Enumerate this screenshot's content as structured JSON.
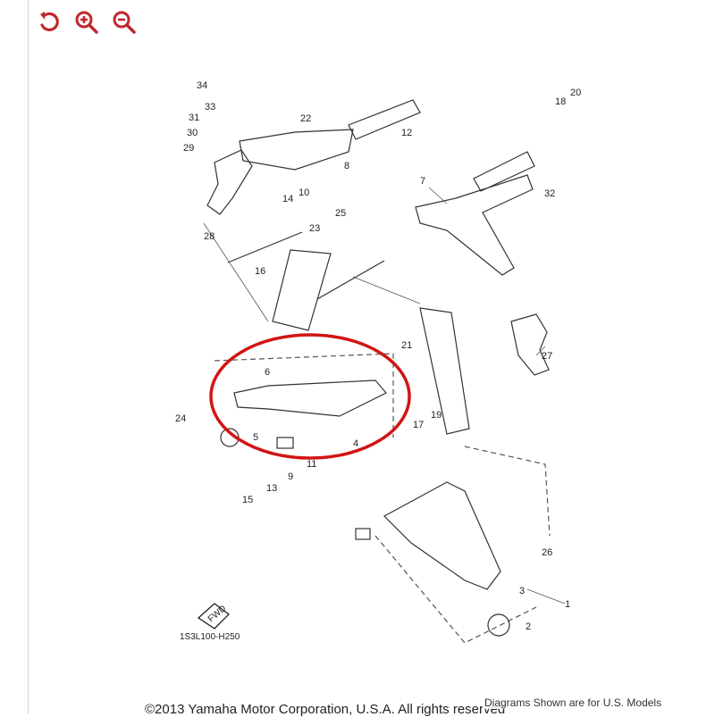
{
  "toolbar": {
    "buttons": [
      {
        "name": "reset-rotate",
        "icon": "rotate-reset-icon"
      },
      {
        "name": "zoom-in",
        "icon": "zoom-in-icon"
      },
      {
        "name": "zoom-out",
        "icon": "zoom-out-icon"
      }
    ],
    "accent_color": "#c0272d"
  },
  "diagram": {
    "code": "1S3L100-H250",
    "fwd_label": "FWD",
    "highlight_color": "#d11414",
    "part_labels": [
      "1",
      "2",
      "3",
      "4",
      "5",
      "6",
      "7",
      "8",
      "9",
      "10",
      "11",
      "12",
      "13",
      "14",
      "15",
      "16",
      "17",
      "18",
      "19",
      "20",
      "21",
      "22",
      "23",
      "24",
      "25",
      "26",
      "27",
      "28",
      "29",
      "30",
      "31",
      "32",
      "33",
      "34"
    ]
  },
  "footer": {
    "copyright": "©2013 Yamaha Motor Corporation, U.S.A. All rights reserved",
    "notice": "Diagrams Shown are for U.S. Models"
  }
}
